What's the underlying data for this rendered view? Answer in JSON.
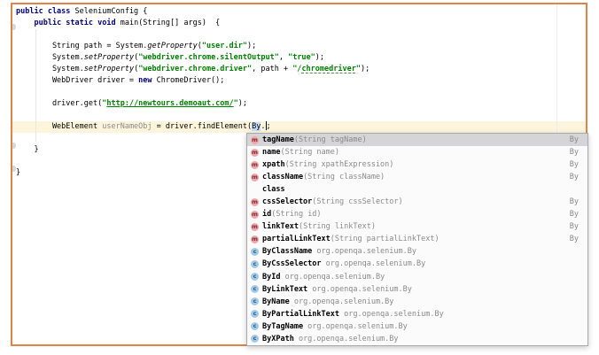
{
  "window": {
    "border_color": "#E0834A",
    "caret_line_color": "#FCF5DC"
  },
  "editor": {
    "lines": [
      {
        "segments": [
          {
            "t": "public class ",
            "s": "kw"
          },
          {
            "t": "SeleniumConfig {",
            "s": "p"
          }
        ]
      },
      {
        "segments": [
          {
            "t": "    ",
            "s": "p"
          },
          {
            "t": "public static void ",
            "s": "kw"
          },
          {
            "t": "main(String[] args)  {",
            "s": "p"
          }
        ]
      },
      {
        "segments": []
      },
      {
        "segments": [
          {
            "t": "        String path = System.",
            "s": "p"
          },
          {
            "t": "getProperty",
            "s": "sm"
          },
          {
            "t": "(",
            "s": "p"
          },
          {
            "t": "\"user.dir\"",
            "s": "str"
          },
          {
            "t": ");",
            "s": "p"
          }
        ]
      },
      {
        "segments": [
          {
            "t": "        System.",
            "s": "p"
          },
          {
            "t": "setProperty",
            "s": "sm"
          },
          {
            "t": "(",
            "s": "p"
          },
          {
            "t": "\"webdriver.chrome.silentOutput\"",
            "s": "str"
          },
          {
            "t": ", ",
            "s": "p"
          },
          {
            "t": "\"true\"",
            "s": "str"
          },
          {
            "t": ");",
            "s": "p"
          }
        ]
      },
      {
        "segments": [
          {
            "t": "        System.",
            "s": "p"
          },
          {
            "t": "setProperty",
            "s": "sm"
          },
          {
            "t": "(",
            "s": "p"
          },
          {
            "t": "\"webdriver.chrome.driver\"",
            "s": "str"
          },
          {
            "t": ", path + ",
            "s": "p"
          },
          {
            "t": "\"/",
            "s": "str"
          },
          {
            "t": "chromedriver",
            "s": "str-typo"
          },
          {
            "t": "\"",
            "s": "str"
          },
          {
            "t": ");",
            "s": "p"
          }
        ]
      },
      {
        "segments": [
          {
            "t": "        WebDriver driver = ",
            "s": "p"
          },
          {
            "t": "new",
            "s": "kw"
          },
          {
            "t": " ChromeDriver();",
            "s": "p"
          }
        ]
      },
      {
        "segments": []
      },
      {
        "segments": [
          {
            "t": "        driver.get(",
            "s": "p"
          },
          {
            "t": "\"",
            "s": "str"
          },
          {
            "t": "http://newtours.demoaut.com/",
            "s": "str-link"
          },
          {
            "t": "\"",
            "s": "str"
          },
          {
            "t": ");",
            "s": "p"
          }
        ]
      },
      {
        "segments": []
      },
      {
        "highlight": true,
        "segments": [
          {
            "t": "        WebElement ",
            "s": "p"
          },
          {
            "t": "userNameObj",
            "s": "unused"
          },
          {
            "t": " = driver.findElement(",
            "s": "p"
          },
          {
            "t": "By",
            "s": "sel"
          },
          {
            "t": ".",
            "s": "p"
          },
          {
            "t": "",
            "s": "caret"
          },
          {
            "t": ";",
            "s": "p"
          }
        ]
      },
      {
        "segments": []
      },
      {
        "segments": [
          {
            "t": "    }",
            "s": "p"
          }
        ]
      },
      {
        "segments": []
      },
      {
        "segments": [
          {
            "t": "}",
            "s": "p"
          }
        ]
      }
    ]
  },
  "completion": {
    "items": [
      {
        "icon": "m",
        "name": "tagName",
        "detail": "(String tagName)",
        "tail": "By",
        "selected": true
      },
      {
        "icon": "m",
        "name": "name",
        "detail": "(String name)",
        "tail": "By",
        "selected": false
      },
      {
        "icon": "m",
        "name": "xpath",
        "detail": "(String xpathExpression)",
        "tail": "By",
        "selected": false
      },
      {
        "icon": "m",
        "name": "className",
        "detail": "(String className)",
        "tail": "By",
        "selected": false
      },
      {
        "icon": null,
        "name": "class",
        "detail": "",
        "tail": "",
        "selected": false
      },
      {
        "icon": "m",
        "name": "cssSelector",
        "detail": "(String cssSelector)",
        "tail": "By",
        "selected": false
      },
      {
        "icon": "m",
        "name": "id",
        "detail": "(String id)",
        "tail": "By",
        "selected": false
      },
      {
        "icon": "m",
        "name": "linkText",
        "detail": "(String linkText)",
        "tail": "By",
        "selected": false
      },
      {
        "icon": "m",
        "name": "partialLinkText",
        "detail": "(String partialLinkText)",
        "tail": "By",
        "selected": false
      },
      {
        "icon": "c",
        "name": "ByClassName",
        "detail": " org.openqa.selenium.By",
        "tail": "",
        "selected": false
      },
      {
        "icon": "c",
        "name": "ByCssSelector",
        "detail": " org.openqa.selenium.By",
        "tail": "",
        "selected": false
      },
      {
        "icon": "c",
        "name": "ById",
        "detail": " org.openqa.selenium.By",
        "tail": "",
        "selected": false
      },
      {
        "icon": "c",
        "name": "ByLinkText",
        "detail": " org.openqa.selenium.By",
        "tail": "",
        "selected": false
      },
      {
        "icon": "c",
        "name": "ByName",
        "detail": " org.openqa.selenium.By",
        "tail": "",
        "selected": false
      },
      {
        "icon": "c",
        "name": "ByPartialLinkText",
        "detail": " org.openqa.selenium.By",
        "tail": "",
        "selected": false
      },
      {
        "icon": "c",
        "name": "ByTagName",
        "detail": " org.openqa.selenium.By",
        "tail": "",
        "selected": false
      },
      {
        "icon": "c",
        "name": "ByXPath",
        "detail": " org.openqa.selenium.By",
        "tail": "",
        "selected": false
      }
    ]
  }
}
